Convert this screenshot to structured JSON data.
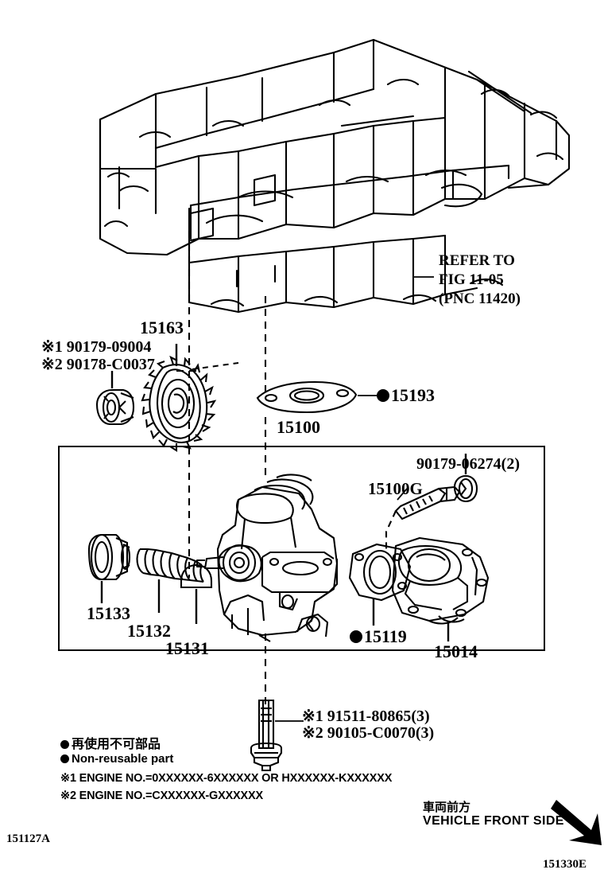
{
  "diagram": {
    "figure_code_left": "151127A",
    "figure_code_right": "151330E",
    "refer": {
      "line1": "REFER TO",
      "line2": "FIG 11-05",
      "line3": "(PNC 11420)"
    },
    "front_side": {
      "japanese": "車両前方",
      "english": "VEHICLE FRONT SIDE"
    },
    "legend": {
      "japanese": "再使用不可部品",
      "english": "Non-reusable part"
    },
    "notes": [
      "※1 ENGINE NO.=0XXXXXX-6XXXXXX OR HXXXXXX-KXXXXXX",
      "※2 ENGINE NO.=CXXXXXX-GXXXXXX"
    ],
    "callouts": {
      "nut_note1": "※1 90179-09004",
      "nut_note2": "※2 90178-C0037",
      "sprocket": "15163",
      "gasket_15193": "15193",
      "pump_assy": "15100",
      "bolt_90179": "90179-06274(2)",
      "union_15100G": "15100G",
      "gasket_15119": "15119",
      "cover_15014": "15014",
      "plug_15133": "15133",
      "spring_15132": "15132",
      "valve_15131": "15131",
      "bolt_note1": "※1 91511-80865(3)",
      "bolt_note2": "※2 90105-C0070(3)"
    }
  }
}
